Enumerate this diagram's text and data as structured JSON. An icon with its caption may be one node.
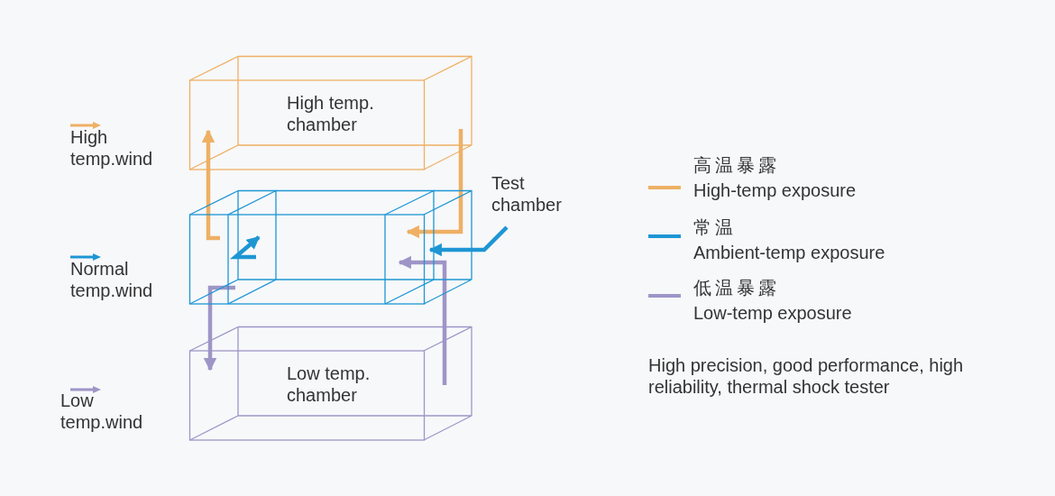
{
  "diagram": {
    "nodes": [
      {
        "text": [
          "High temp. chamber"
        ]
      },
      {
        "text": [
          "Test chamber"
        ]
      },
      {
        "text": [
          "Low temp. chamber"
        ]
      }
    ],
    "edges": [
      {
        "from": 1,
        "to": 0,
        "arrow": "to",
        "color": "#eeb064"
      },
      {
        "from": 0,
        "to": 1,
        "arrow": "to",
        "color": "#eeb064"
      },
      {
        "from": null,
        "to": 1,
        "arrow": "to",
        "color": "#1e96d4"
      },
      {
        "from": 1,
        "to": 2,
        "arrow": "to",
        "color": "#9e95c7"
      },
      {
        "from": 2,
        "to": 1,
        "arrow": "to",
        "color": "#9e95c7"
      }
    ],
    "labels": [
      "High precision, good performance, high reliability, thermal shock tester"
    ],
    "legend": [
      {
        "text": "High temp.wind",
        "color": "#eeb064"
      },
      {
        "text": "Normal temp.wind",
        "color": "#1e96d4"
      },
      {
        "text": "Low temp.wind",
        "color": "#9e95c7"
      },
      {
        "text": "高温暴露 High-temp exposure",
        "color": "#eeb064"
      },
      {
        "text": "常温 Ambient-temp exposure",
        "color": "#1e96d4"
      },
      {
        "text": "低温暴露 Low-temp exposure",
        "color": "#9e95c7"
      }
    ]
  }
}
